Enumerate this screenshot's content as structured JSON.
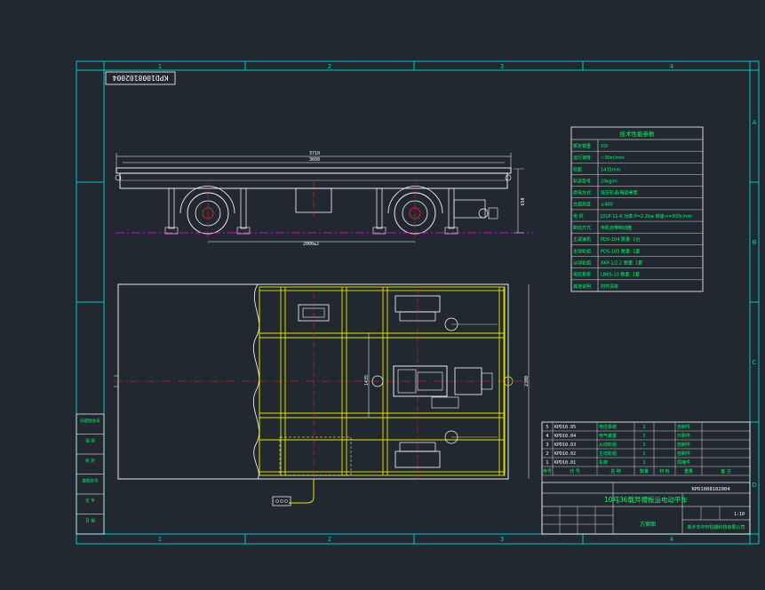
{
  "drawing": {
    "number_rotated": "KPD1008102004",
    "title": "10吨36载异槽板运电动平车",
    "drawing_no": "KPD1008102004",
    "scale": "1:10",
    "sheet_label": "方案图",
    "company": "新乡市中轩机械科技有限公司"
  },
  "border": {
    "col_labels": [
      "1",
      "2",
      "3",
      "4"
    ],
    "row_labels": [
      "A",
      "B",
      "C",
      "D"
    ]
  },
  "dimensions": {
    "overall_length_top": "3710",
    "overall_length_inner": "3600",
    "wheelbase": "2000±2",
    "height": "650",
    "plan_width": "2300",
    "plan_gauge": "1435"
  },
  "spec_table": {
    "title": "技术性能参数",
    "rows": [
      {
        "label": "额定载重",
        "value": "10t"
      },
      {
        "label": "运行速度",
        "value": "~30m/min"
      },
      {
        "label": "轨距",
        "value": "1435mm"
      },
      {
        "label": "轨道型号",
        "value": "24kg/m"
      },
      {
        "label": "供电方式",
        "value": "低压轨道/电缆卷筒"
      },
      {
        "label": "台面高度",
        "value": "≤400"
      },
      {
        "label": "电 机",
        "value": "JD1P-11-6 功率:P=2.2kw  转速:n=935r/min"
      },
      {
        "label": "制动方式",
        "value": "电机自带制动器"
      },
      {
        "label": "主减速机",
        "value": "PDS-104   数量: 1台"
      },
      {
        "label": "主动轮组",
        "value": "PDS-105   数量: 1套"
      },
      {
        "label": "从动轮组",
        "value": "XKP-1/2.2   数量: 1套"
      },
      {
        "label": "电控系统",
        "value": "LBKS-10   数量: 1套"
      },
      {
        "label": "其他说明",
        "value": "附件清单"
      }
    ]
  },
  "revision_block": {
    "labels": [
      "旧底图总号",
      "描 图",
      "校 对",
      "底图总号",
      "签 字",
      "日 期"
    ]
  },
  "parts_list": {
    "rows": [
      {
        "no": "5",
        "code": "KPD10.05",
        "name": "电控系统",
        "qty": "1",
        "note": "自制件"
      },
      {
        "no": "4",
        "code": "KPD10.04",
        "name": "电气装置",
        "qty": "1",
        "note": "外购件"
      },
      {
        "no": "3",
        "code": "KPD10.03",
        "name": "从动轮组",
        "qty": "1",
        "note": "自制件"
      },
      {
        "no": "2",
        "code": "KPD10.02",
        "name": "主动轮组",
        "qty": "1",
        "note": "自制件"
      },
      {
        "no": "1",
        "code": "KPD10.01",
        "name": "车架",
        "qty": "1",
        "note": "焊接件"
      }
    ],
    "header": [
      "序号",
      "代 号",
      "名 称",
      "数量",
      "材 料",
      "重量",
      "备 注"
    ]
  },
  "colors": {
    "background": "#212830",
    "frame": "#00c8c8",
    "body_outline": "#ffffff",
    "structure": "#e6e600",
    "centerline": "#ff2020",
    "dimension": "#00ff66",
    "hidden": "#ff00ff",
    "table_text": "#00ff66"
  }
}
